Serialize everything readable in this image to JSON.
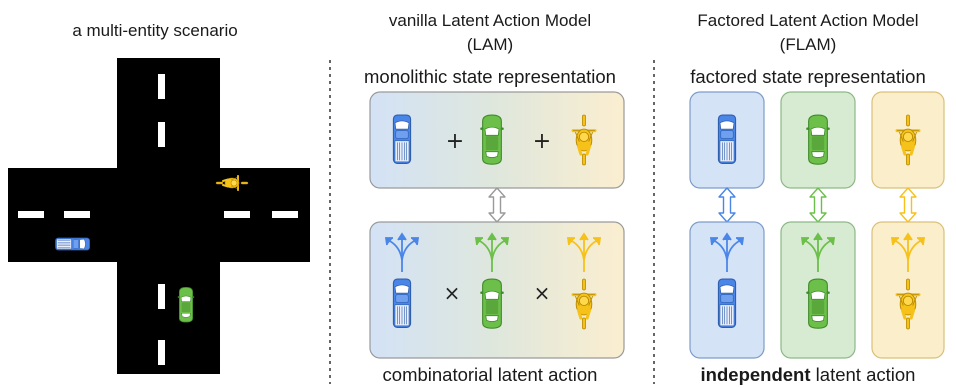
{
  "panels": {
    "scenario": {
      "title": "a multi-entity scenario"
    },
    "lam": {
      "title_line1": "vanilla Latent Action Model",
      "title_line2": "(LAM)",
      "state_label": "monolithic state representation",
      "action_label": "combinatorial latent action",
      "state_operator": "+",
      "action_operator": "×"
    },
    "flam": {
      "title_line1": "Factored Latent Action Model",
      "title_line2": "(FLAM)",
      "state_label": "factored state representation",
      "action_label_bold": "independent",
      "action_label_rest": " latent action"
    }
  },
  "entities": [
    {
      "name": "truck",
      "color": "#4a86e8",
      "icon": "pickup-truck-icon"
    },
    {
      "name": "car",
      "color": "#6cc04a",
      "icon": "car-icon"
    },
    {
      "name": "cyclist",
      "color": "#f6c21a",
      "icon": "cyclist-icon"
    }
  ],
  "colors": {
    "blue_fill": "#d5e3f7",
    "blue_stroke": "#7d9cc9",
    "green_fill": "#d7ebd2",
    "green_stroke": "#8db887",
    "yellow_fill": "#fbeecb",
    "yellow_stroke": "#d9c07a",
    "road": "#000000",
    "lane_mark": "#ffffff"
  }
}
